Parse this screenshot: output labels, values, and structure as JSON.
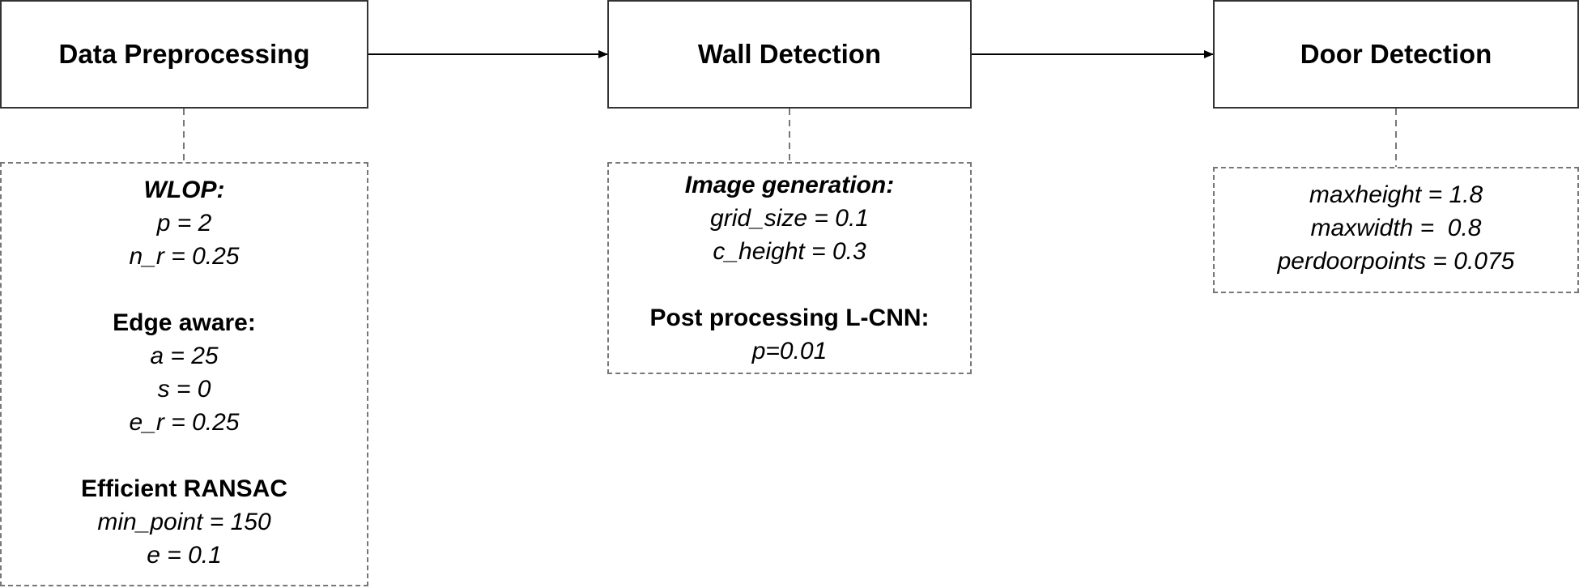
{
  "stages": [
    {
      "title": "Data Preprocessing",
      "params": [
        {
          "text": "WLOP:",
          "style": "bi"
        },
        {
          "text": "p = 2",
          "style": "i"
        },
        {
          "text": "n_r = 0.25",
          "style": "i"
        },
        {
          "text": "",
          "style": "gap"
        },
        {
          "text": "Edge aware:",
          "style": "b"
        },
        {
          "text": "a = 25",
          "style": "i"
        },
        {
          "text": "s = 0",
          "style": "i"
        },
        {
          "text": "e_r = 0.25",
          "style": "i"
        },
        {
          "text": "",
          "style": "gap"
        },
        {
          "text": "Efficient RANSAC",
          "style": "b"
        },
        {
          "text": "min_point = 150",
          "style": "i"
        },
        {
          "text": "e = 0.1",
          "style": "i"
        }
      ]
    },
    {
      "title": "Wall Detection",
      "params": [
        {
          "text": "Image generation:",
          "style": "bi"
        },
        {
          "text": "grid_size = 0.1",
          "style": "i"
        },
        {
          "text": "c_height = 0.3",
          "style": "i"
        },
        {
          "text": "",
          "style": "gap"
        },
        {
          "text": "Post processing L-CNN:",
          "style": "b"
        },
        {
          "text": "p=0.01",
          "style": "i"
        }
      ]
    },
    {
      "title": "Door Detection",
      "params": [
        {
          "text": "maxheight = 1.8",
          "style": "i"
        },
        {
          "text": "maxwidth =  0.8",
          "style": "i"
        },
        {
          "text": "perdoorpoints = 0.075",
          "style": "i"
        }
      ]
    }
  ]
}
